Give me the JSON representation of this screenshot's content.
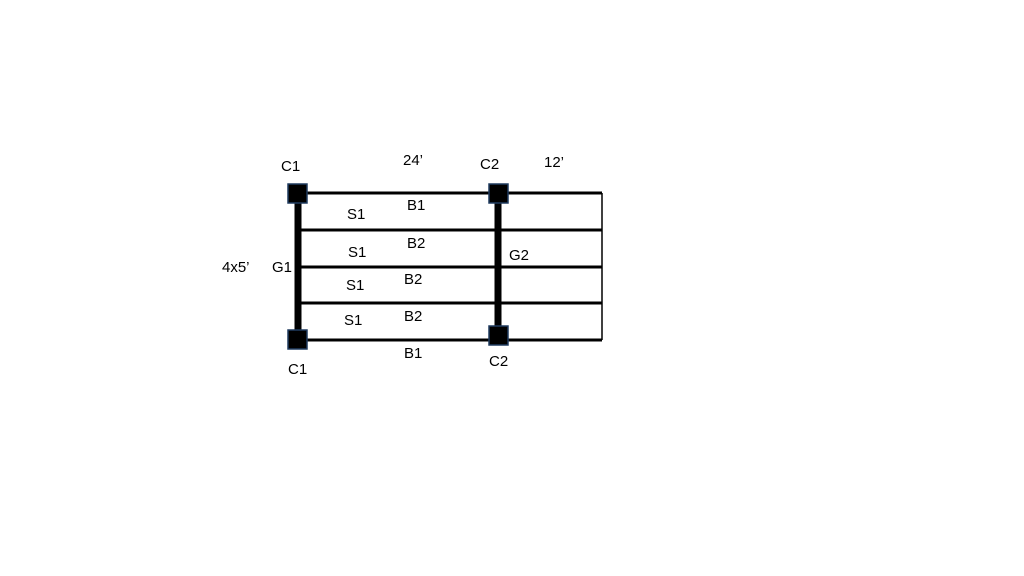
{
  "diagram": {
    "colors": {
      "line": "#000000",
      "column_fill": "#000000",
      "column_stroke": "#1f3a5f",
      "background": "#ffffff"
    },
    "labels": {
      "column_top_left": "C1",
      "column_top_right": "C2",
      "column_bottom_left": "C1",
      "column_bottom_right": "C2",
      "span_main": "24’",
      "span_cantilever": "12’",
      "beam_top": "B1",
      "beam_2": "B2",
      "beam_3": "B2",
      "beam_4": "B2",
      "beam_bottom": "B1",
      "slab_1": "S1",
      "slab_2": "S1",
      "slab_3": "S1",
      "slab_4": "S1",
      "girder_left": "G1",
      "girder_right": "G2",
      "bay_width": "4x5’"
    }
  }
}
